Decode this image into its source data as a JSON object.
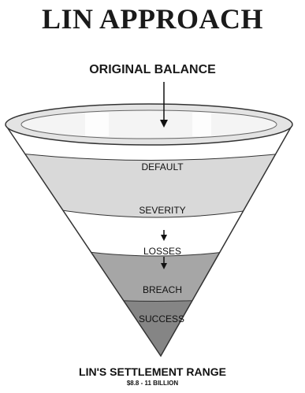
{
  "header": {
    "title": "LIN APPROACH",
    "subtitle": "ORIGINAL BALANCE"
  },
  "funnel": {
    "bands": [
      {
        "label": "DEFAULT",
        "fill": "#ffffff"
      },
      {
        "label": "SEVERITY",
        "fill": "#d9d9d9"
      },
      {
        "label": "LOSSES",
        "fill": "#ffffff"
      },
      {
        "label": "BREACH",
        "fill": "#a6a6a6"
      },
      {
        "label": "SUCCESS",
        "fill": "#858585"
      }
    ],
    "rim_fill": "#e3e3e3",
    "outline_color": "#333333"
  },
  "footer": {
    "title": "LIN'S SETTLEMENT RANGE",
    "range": "$8.8 - 11 BILLION"
  }
}
